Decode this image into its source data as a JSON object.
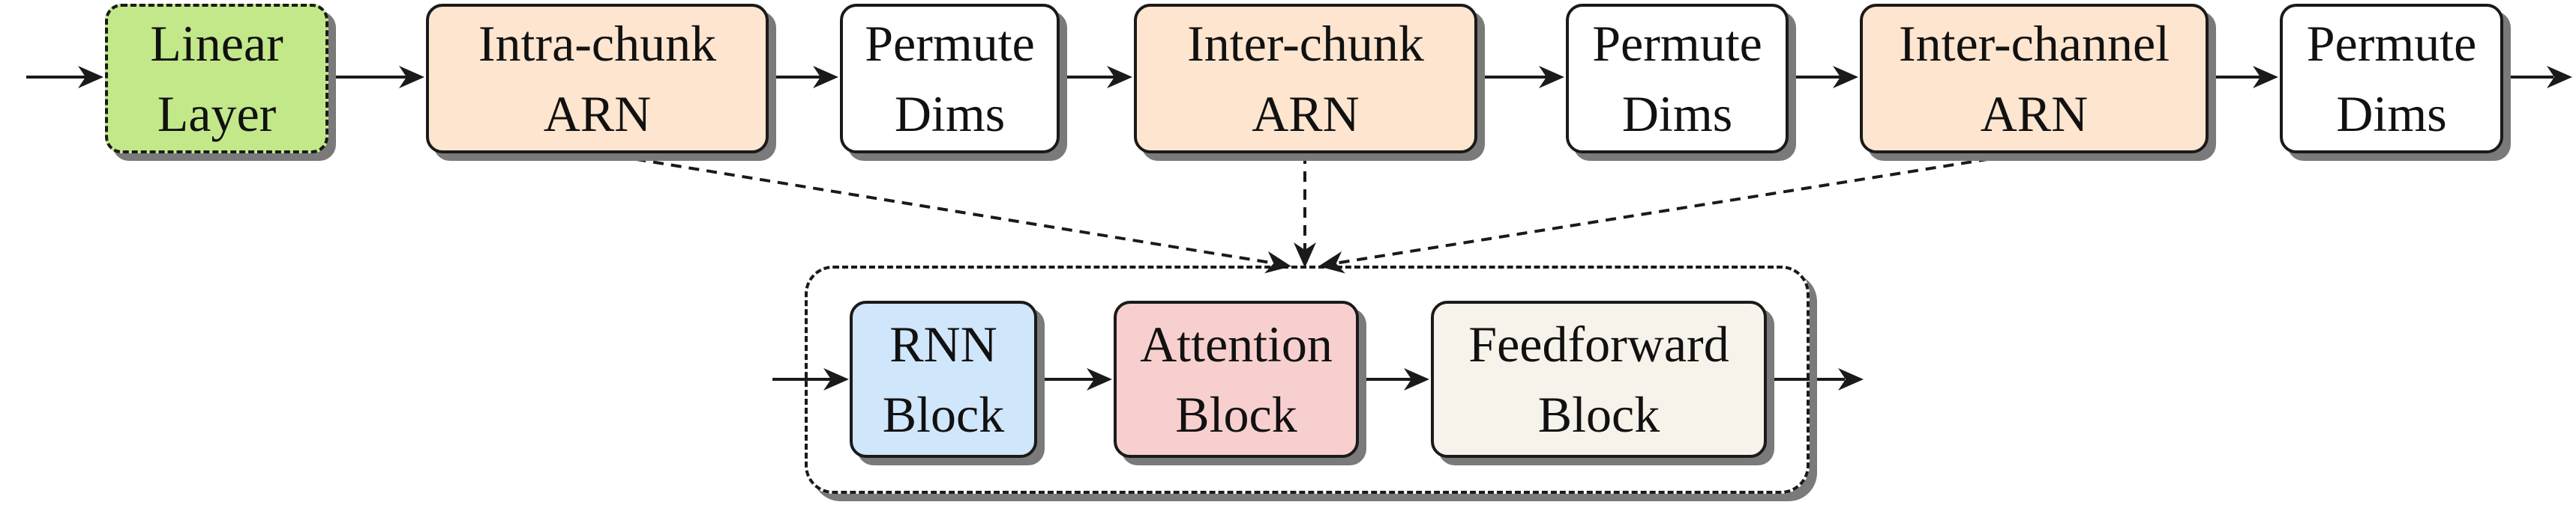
{
  "top_row": [
    {
      "id": "linear",
      "lines": [
        "Linear",
        "Layer"
      ],
      "fill": "#c3e88a"
    },
    {
      "id": "intra",
      "lines": [
        "Intra-chunk",
        "ARN"
      ],
      "fill": "#fde5cf"
    },
    {
      "id": "perm1",
      "lines": [
        "Permute",
        "Dims"
      ],
      "fill": "#ffffff"
    },
    {
      "id": "inter",
      "lines": [
        "Inter-chunk",
        "ARN"
      ],
      "fill": "#fde5cf"
    },
    {
      "id": "perm2",
      "lines": [
        "Permute",
        "Dims"
      ],
      "fill": "#ffffff"
    },
    {
      "id": "channel",
      "lines": [
        "Inter-channel",
        "ARN"
      ],
      "fill": "#fde5cf"
    },
    {
      "id": "perm3",
      "lines": [
        "Permute",
        "Dims"
      ],
      "fill": "#ffffff"
    }
  ],
  "arn_detail": [
    {
      "id": "rnn",
      "lines": [
        "RNN",
        "Block"
      ],
      "fill": "#cfe6fb"
    },
    {
      "id": "attn",
      "lines": [
        "Attention",
        "Block"
      ],
      "fill": "#f8cfcf"
    },
    {
      "id": "ff",
      "lines": [
        "Feedforward",
        "Block"
      ],
      "fill": "#f7f2ea"
    }
  ],
  "colors": {
    "stroke": "#1a1a1a",
    "shadow": "#7a7a7a"
  }
}
